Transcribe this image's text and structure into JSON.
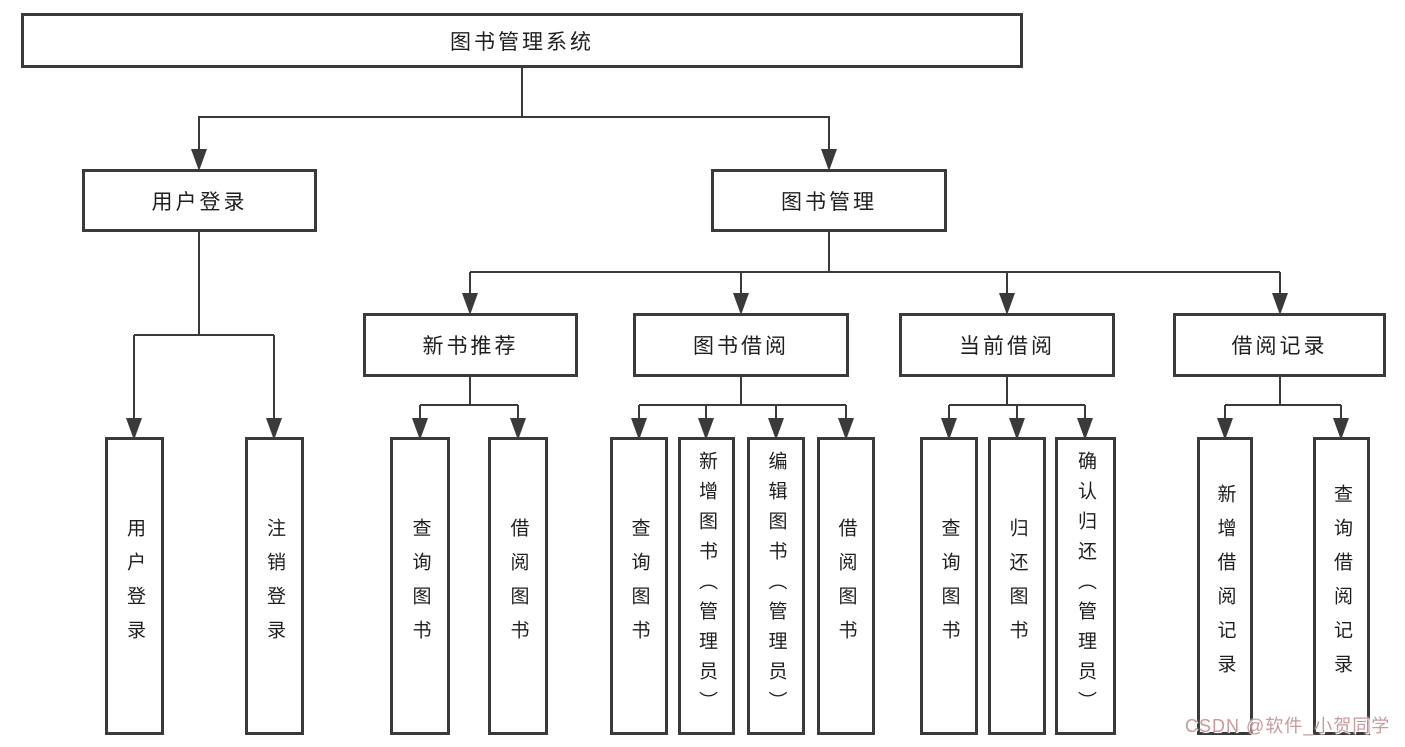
{
  "tree": {
    "root": {
      "label": "图书管理系统",
      "children": [
        {
          "label": "用户登录",
          "children": [
            {
              "label": "用户登录"
            },
            {
              "label": "注销登录"
            }
          ]
        },
        {
          "label": "图书管理",
          "children": [
            {
              "label": "新书推荐",
              "children": [
                {
                  "label": "查询图书"
                },
                {
                  "label": "借阅图书"
                }
              ]
            },
            {
              "label": "图书借阅",
              "children": [
                {
                  "label": "查询图书"
                },
                {
                  "label": "新增图书（管理员）"
                },
                {
                  "label": "编辑图书（管理员）"
                },
                {
                  "label": "借阅图书"
                }
              ]
            },
            {
              "label": "当前借阅",
              "children": [
                {
                  "label": "查询图书"
                },
                {
                  "label": "归还图书"
                },
                {
                  "label": "确认归还（管理员）"
                }
              ]
            },
            {
              "label": "借阅记录",
              "children": [
                {
                  "label": "新增借阅记录"
                },
                {
                  "label": "查询借阅记录"
                }
              ]
            }
          ]
        }
      ]
    }
  },
  "watermark": {
    "text": "CSDN @软件_小贺同学",
    "color": "#c79a9c"
  },
  "colors": {
    "line": "#3a3a3a",
    "box_border": "#3a3a3a",
    "text": "#1e1e1e",
    "background": "#ffffff"
  }
}
